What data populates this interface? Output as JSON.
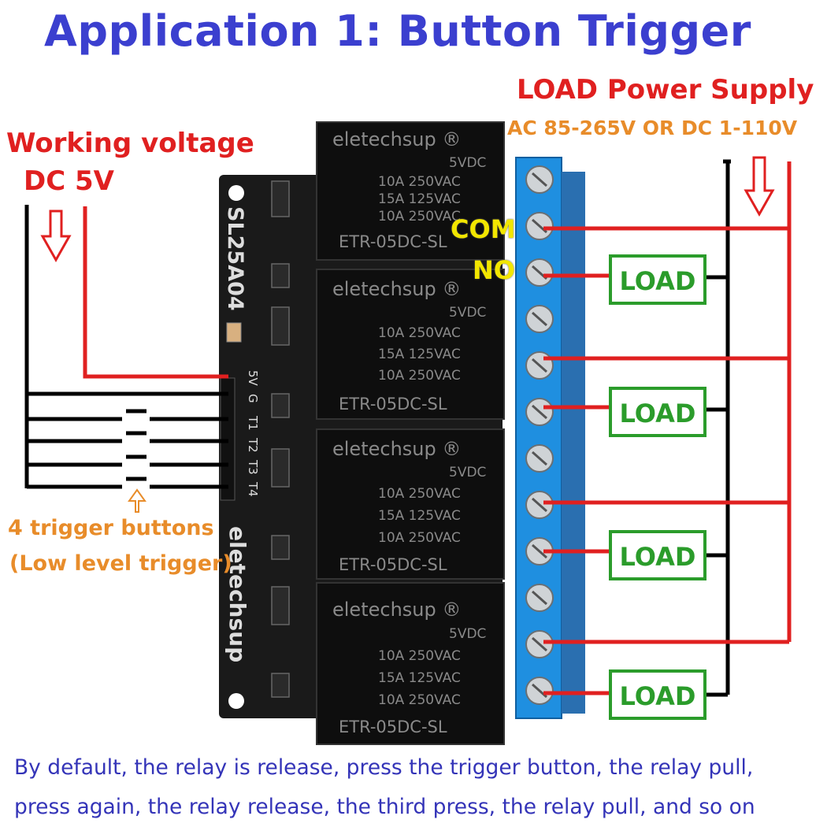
{
  "title": "Application 1: Button Trigger",
  "load_power": {
    "title": "LOAD Power Supply",
    "range": "AC 85-265V OR DC 1-110V"
  },
  "working_voltage": {
    "line1": "Working voltage",
    "line2": "DC 5V"
  },
  "terminal_labels": {
    "com": "COM",
    "no": "NO"
  },
  "load_label": "LOAD",
  "loads": [
    {
      "label": "LOAD"
    },
    {
      "label": "LOAD"
    },
    {
      "label": "LOAD"
    },
    {
      "label": "LOAD"
    }
  ],
  "trigger_buttons": {
    "line1": "4 trigger buttons",
    "line2": "(Low level trigger)"
  },
  "board": {
    "model": "SL25A04",
    "brand": "eletechsup",
    "pins": [
      "5V",
      "G",
      "T1",
      "T2",
      "T3",
      "T4"
    ]
  },
  "relays": [
    {
      "brand": "eletechsup ®",
      "specs": [
        "5VDC",
        "10A 250VAC",
        "15A 125VAC",
        "10A 250VAC"
      ],
      "model": "ETR-05DC-SL"
    },
    {
      "brand": "eletechsup ®",
      "specs": [
        "5VDC",
        "10A 250VAC",
        "15A 125VAC",
        "10A 250VAC"
      ],
      "model": "ETR-05DC-SL"
    },
    {
      "brand": "eletechsup ®",
      "specs": [
        "5VDC",
        "10A 250VAC",
        "15A 125VAC",
        "10A 250VAC"
      ],
      "model": "ETR-05DC-SL"
    },
    {
      "brand": "eletechsup ®",
      "specs": [
        "5VDC",
        "10A 250VAC",
        "15A 125VAC",
        "10A 250VAC"
      ],
      "model": "ETR-05DC-SL"
    }
  ],
  "description": [
    "By default, the relay is release, press the trigger button, the relay pull,",
    "press again, the relay release, the third press, the relay pull, and so on"
  ],
  "colors": {
    "title": "#3b3fcf",
    "wire_red": "#e02020",
    "wire_black": "#000000",
    "load_green": "#2b9c2b",
    "terminal_blue": "#1f8fe0",
    "label_orange": "#e88c2a",
    "label_yellow": "#f2e600",
    "note_blue": "#3434b8"
  }
}
